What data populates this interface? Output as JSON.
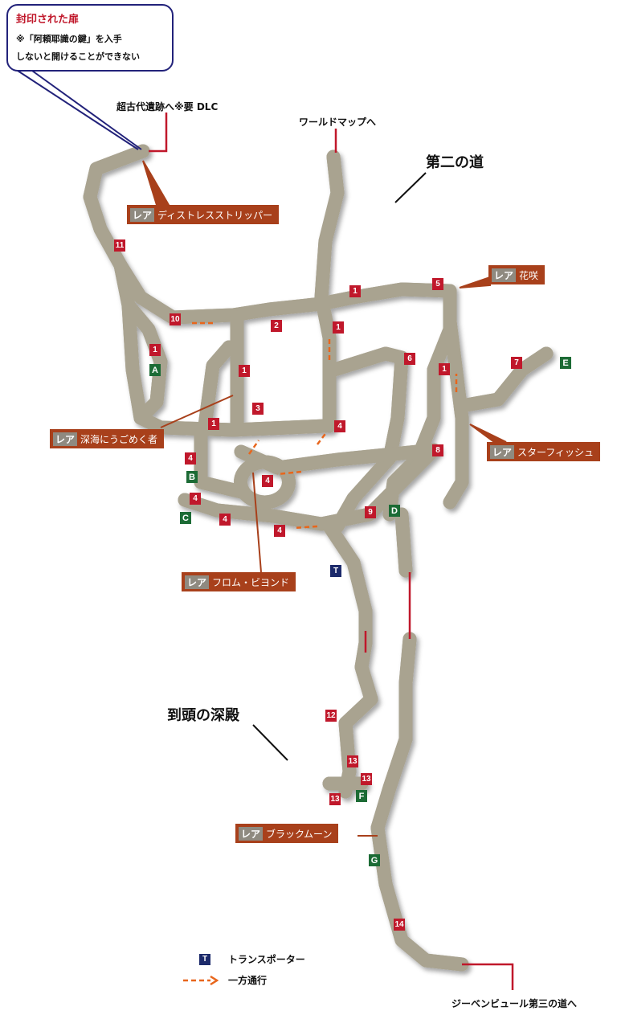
{
  "callout": {
    "title": "封印された扉",
    "line1": "※「阿頼耶識の鍵」を入手",
    "line2": "しないと開けることができない"
  },
  "exits": {
    "dlc": "超古代遺跡へ※要 DLC",
    "world": "ワールドマップへ",
    "third": "ジーベンビュール第三の道へ"
  },
  "areas": {
    "second": "第二の道",
    "depth": "到頭の深殿"
  },
  "rare_tag": "レア",
  "rares": [
    "ディストレスストリッパー",
    "花咲",
    "深海にうごめく者",
    "スターフィッシュ",
    "フロム・ビヨンド",
    "ブラックムーン"
  ],
  "markers": [
    "11",
    "10",
    "1",
    "A",
    "2",
    "1",
    "1",
    "5",
    "1",
    "3",
    "1",
    "4",
    "B",
    "4",
    "C",
    "4",
    "4",
    "4",
    "4",
    "9",
    "D",
    "6",
    "1",
    "8",
    "7",
    "E",
    "T",
    "12",
    "13",
    "13",
    "13",
    "F",
    "G",
    "14"
  ],
  "legend": {
    "transporter_icon": "T",
    "transporter": "トランスポーター",
    "oneway": "一方通行"
  },
  "colors": {
    "marker": "#c0182b",
    "green": "#1c6b35",
    "rare": "#a8401b",
    "path": "#ecebe3",
    "exit": "#c0182b",
    "oneway": "#e8661c"
  }
}
